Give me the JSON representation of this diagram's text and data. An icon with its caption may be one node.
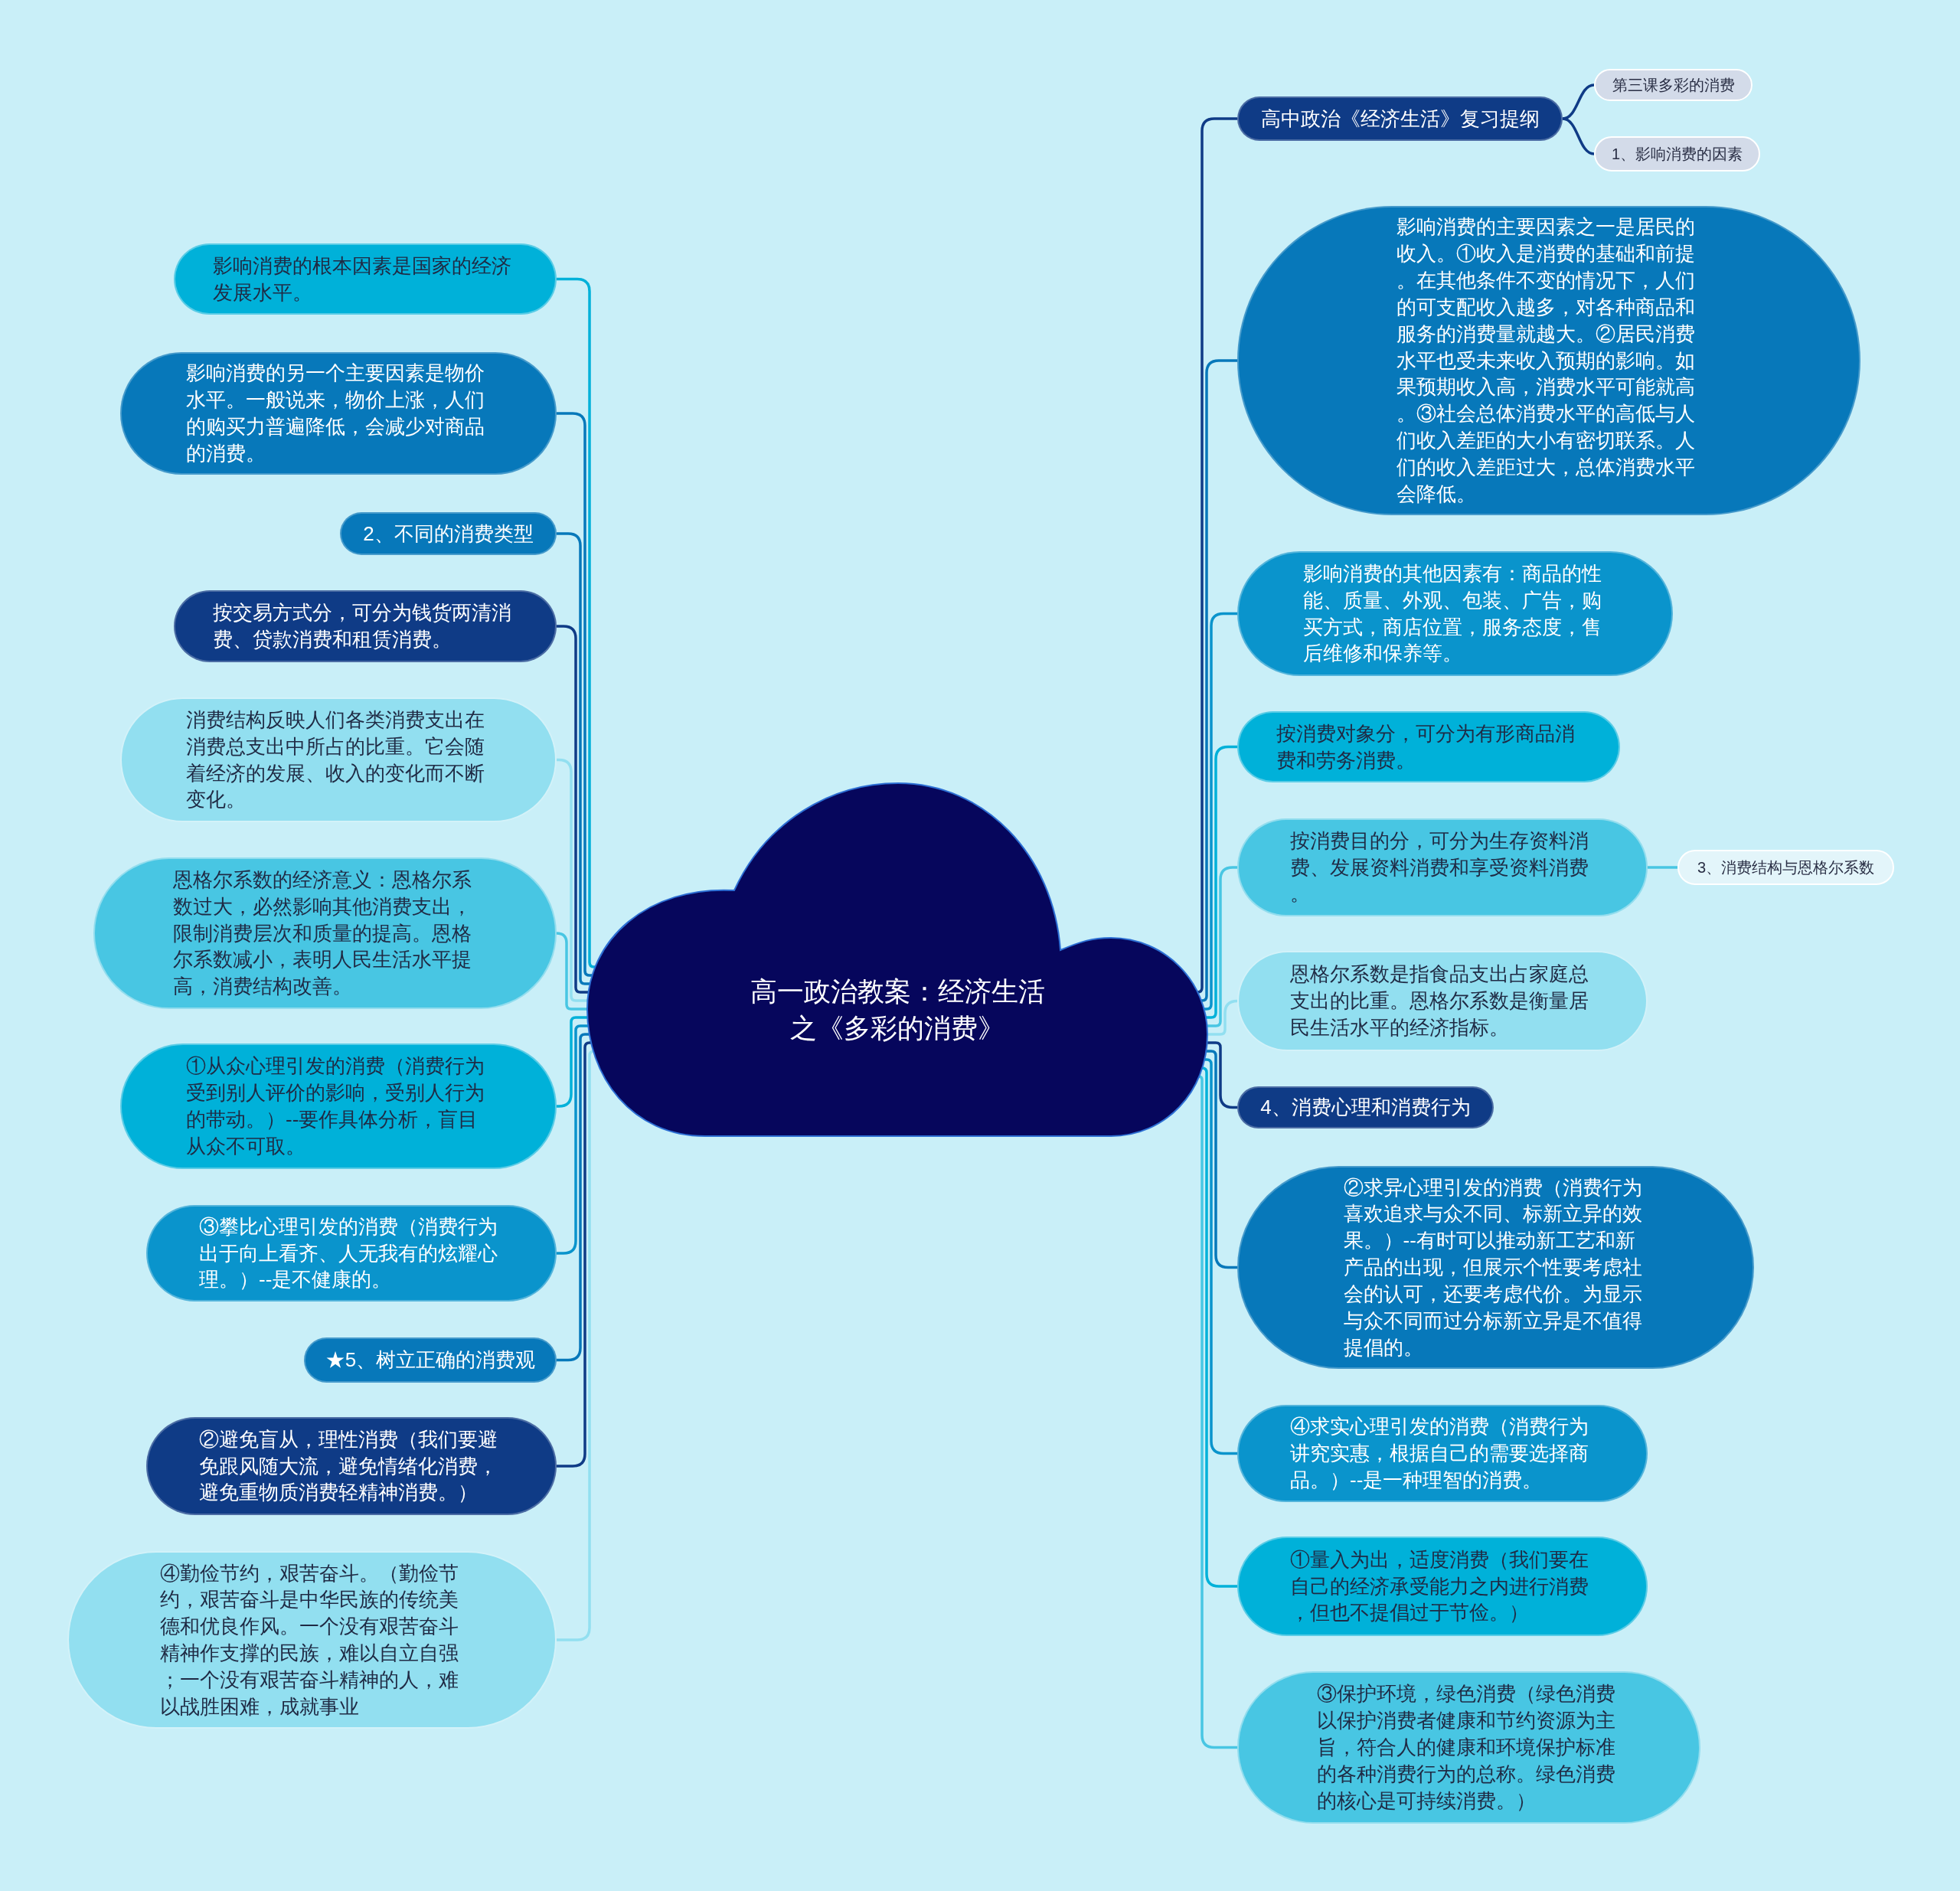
{
  "diagram": {
    "nodes": [
      {
        "text": [
          "高一政治教案：经济生活之《多彩的消费》"
        ]
      },
      {
        "text": [
          "高中政治《经济生活》复习提纲"
        ]
      },
      {
        "text": [
          "第三课多彩的消费"
        ]
      },
      {
        "text": [
          "1、影响消费的因素"
        ]
      },
      {
        "text": [
          "影响消费的主要因素之一是居民的收入。①收入是消费的基础和前提。在其他条件不变的情况下，人们的可支配收入越多，对各种商品和服务的消费量就越大。②居民消费水平也受未来收入预期的影响。如果预期收入高，消费水平可能就高。③社会总体消费水平的高低与人们收入差距的大小有密切联系。人们的收入差距过大，总体消费水平会降低。"
        ]
      },
      {
        "text": [
          "影响消费的其他因素有：商品的性能、质量、外观、包装、广告，购买方式，商店位置，服务态度，售后维修和保养等。"
        ]
      },
      {
        "text": [
          "按消费对象分，可分为有形商品消费和劳务消费。"
        ]
      },
      {
        "text": [
          "按消费目的分，可分为生存资料消费、发展资料消费和享受资料消费。"
        ]
      },
      {
        "text": [
          "3、消费结构与恩格尔系数"
        ]
      },
      {
        "text": [
          "恩格尔系数是指食品支出占家庭总支出的比重。恩格尔系数是衡量居民生活水平的经济指标。"
        ]
      },
      {
        "text": [
          "4、消费心理和消费行为"
        ]
      },
      {
        "text": [
          "②求异心理引发的消费（消费行为喜欢追求与众不同、标新立异的效果。）--有时可以推动新工艺和新产品的出现，但展示个性要考虑社会的认可，还要考虑代价。为显示与众不同而过分标新立异是不值得提倡的。"
        ]
      },
      {
        "text": [
          "④求实心理引发的消费（消费行为讲究实惠，根据自己的需要选择商品。）--是一种理智的消费。"
        ]
      },
      {
        "text": [
          "①量入为出，适度消费（我们要在自己的经济承受能力之内进行消费，但也不提倡过于节俭。）"
        ]
      },
      {
        "text": [
          "③保护环境，绿色消费（绿色消费以保护消费者健康和节约资源为主旨，符合人的健康和环境保护标准的各种消费行为的总称。绿色消费的核心是可持续消费。）"
        ]
      },
      {
        "text": [
          "影响消费的根本因素是国家的经济发展水平。"
        ]
      },
      {
        "text": [
          "影响消费的另一个主要因素是物价水平。一般说来，物价上涨，人们的购买力普遍降低，会减少对商品的消费。"
        ]
      },
      {
        "text": [
          "2、不同的消费类型"
        ]
      },
      {
        "text": [
          "按交易方式分，可分为钱货两清消费、贷款消费和租赁消费。"
        ]
      },
      {
        "text": [
          "消费结构反映人们各类消费支出在消费总支出中所占的比重。它会随着经济的发展、收入的变化而不断变化。"
        ]
      },
      {
        "text": [
          "恩格尔系数的经济意义：恩格尔系数过大，必然影响其他消费支出，限制消费层次和质量的提高。恩格尔系数减小，表明人民生活水平提高，消费结构改善。"
        ]
      },
      {
        "text": [
          "①从众心理引发的消费（消费行为受到别人评价的影响，受别人行为的带动。）--要作具体分析，盲目从众不可取。"
        ]
      },
      {
        "text": [
          "③攀比心理引发的消费（消费行为出于向上看齐、人无我有的炫耀心理。）--是不健康的。"
        ]
      },
      {
        "text": [
          "★5、树立正确的消费观"
        ]
      },
      {
        "text": [
          "②避免盲从，理性消费（我们要避免跟风随大流，避免情绪化消费，避免重物质消费轻精神消费。）"
        ]
      },
      {
        "text": [
          "④勤俭节约，艰苦奋斗。（勤俭节约，艰苦奋斗是中华民族的传统美德和优良作风。一个没有艰苦奋斗精神作支撑的民族，难以自立自强；一个没有艰苦奋斗精神的人，难以战胜困难，成就事业"
        ]
      }
    ],
    "edges": [
      {
        "from": 0,
        "to": 1,
        "arrow": "none",
        "color": "#0f3b86"
      },
      {
        "from": 1,
        "to": 2,
        "arrow": "none",
        "color": "#0f3b86"
      },
      {
        "from": 1,
        "to": 3,
        "arrow": "none",
        "color": "#0f3b86"
      },
      {
        "from": 0,
        "to": 4,
        "arrow": "none",
        "color": "#0778ba"
      },
      {
        "from": 0,
        "to": 5,
        "arrow": "none",
        "color": "#0a94cc"
      },
      {
        "from": 0,
        "to": 6,
        "arrow": "none",
        "color": "#00b1d9"
      },
      {
        "from": 0,
        "to": 7,
        "arrow": "none",
        "color": "#48c6e3"
      },
      {
        "from": 7,
        "to": 8,
        "arrow": "none",
        "color": "#48c6e3"
      },
      {
        "from": 0,
        "to": 9,
        "arrow": "none",
        "color": "#92dff0"
      },
      {
        "from": 0,
        "to": 10,
        "arrow": "none",
        "color": "#0f3b86"
      },
      {
        "from": 0,
        "to": 11,
        "arrow": "none",
        "color": "#0778ba"
      },
      {
        "from": 0,
        "to": 12,
        "arrow": "none",
        "color": "#0a94cc"
      },
      {
        "from": 0,
        "to": 13,
        "arrow": "none",
        "color": "#00b1d9"
      },
      {
        "from": 0,
        "to": 14,
        "arrow": "none",
        "color": "#48c6e3"
      },
      {
        "from": 0,
        "to": 15,
        "arrow": "none",
        "color": "#00b1d9"
      },
      {
        "from": 0,
        "to": 16,
        "arrow": "none",
        "color": "#0778ba"
      },
      {
        "from": 0,
        "to": 17,
        "arrow": "none",
        "color": "#0778ba"
      },
      {
        "from": 0,
        "to": 18,
        "arrow": "none",
        "color": "#0f3b86"
      },
      {
        "from": 0,
        "to": 19,
        "arrow": "none",
        "color": "#92dff0"
      },
      {
        "from": 0,
        "to": 20,
        "arrow": "none",
        "color": "#48c6e3"
      },
      {
        "from": 0,
        "to": 21,
        "arrow": "none",
        "color": "#00b1d9"
      },
      {
        "from": 0,
        "to": 22,
        "arrow": "none",
        "color": "#0a94cc"
      },
      {
        "from": 0,
        "to": 23,
        "arrow": "none",
        "color": "#0778ba"
      },
      {
        "from": 0,
        "to": 24,
        "arrow": "none",
        "color": "#0f3b86"
      },
      {
        "from": 0,
        "to": 25,
        "arrow": "none",
        "color": "#92dff0"
      }
    ]
  }
}
